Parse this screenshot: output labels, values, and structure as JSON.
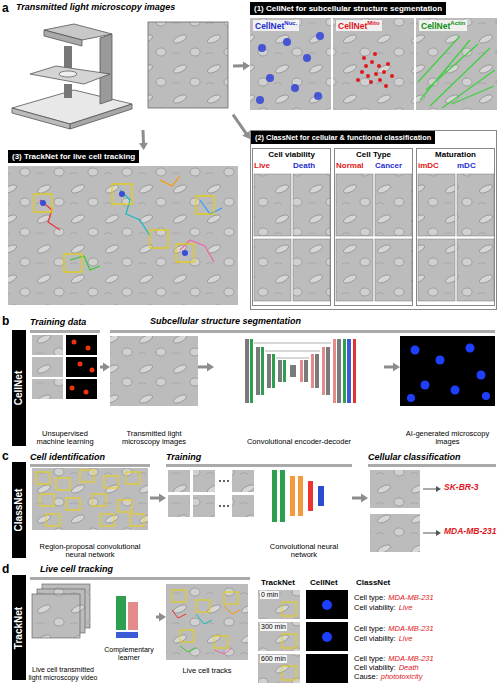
{
  "diagram": {
    "nodes": [
      {
        "text": [
          "Transmitted light microscopy images"
        ]
      },
      {
        "text": [
          "(1) CellNet for subcellular structure segmentation"
        ]
      },
      {
        "text": [
          "(3) TrackNet for live cell tracking"
        ]
      },
      {
        "text": [
          "(2) ClassNet for cellular & functional classification"
        ]
      },
      {
        "text": [
          "Cell viability"
        ],
        "in": 3
      },
      {
        "text": [
          "Cell Type"
        ],
        "in": 3
      },
      {
        "text": [
          "Maturation"
        ],
        "in": 3
      },
      {
        "text": [
          "CellNet"
        ]
      },
      {
        "text": [
          "Training data",
          "Unsupervised machine learning"
        ]
      },
      {
        "text": [
          "Transmitted light microscopy images"
        ]
      },
      {
        "text": [
          "Convolutional encoder-decoder"
        ]
      },
      {
        "text": [
          "AI-generated microscopy images"
        ]
      },
      {
        "text": [
          "ClassNet"
        ]
      },
      {
        "text": [
          "Cell identification",
          "Region-proposal convolutional neural network"
        ]
      },
      {
        "text": [
          "Training",
          "Convolutional neural network"
        ]
      },
      {
        "text": [
          "Cellular classification"
        ]
      },
      {
        "text": [
          "TrackNet"
        ]
      },
      {
        "text": [
          "Live cell transmitted light microscopy video"
        ]
      },
      {
        "text": [
          "Complementary learner"
        ]
      },
      {
        "text": [
          "Live cell tracks"
        ]
      }
    ],
    "edges": [
      {
        "from": 0,
        "to": 1,
        "arrow": "to"
      },
      {
        "from": 0,
        "to": 3,
        "arrow": "to"
      },
      {
        "from": 0,
        "to": 2,
        "arrow": "to"
      },
      {
        "from": 8,
        "to": 9,
        "arrow": "to"
      },
      {
        "from": 9,
        "to": 10,
        "arrow": "to"
      },
      {
        "from": 10,
        "to": 11,
        "arrow": "to"
      },
      {
        "from": 13,
        "to": 14,
        "arrow": "to"
      },
      {
        "from": 14,
        "to": 15,
        "arrow": "to"
      },
      {
        "from": 18,
        "to": 19,
        "arrow": "to"
      }
    ],
    "labels": [
      "a",
      "CellNet",
      "Nuc.",
      "CellNet",
      "Mito",
      "CellNet",
      "Actin",
      "Live",
      "Death",
      "Normal",
      "Cancer",
      "imDC",
      "mDC",
      "b",
      "Subcellular structure segmentation",
      "c",
      "SK-BR-3",
      "MDA-MB-231",
      "d",
      "Live cell tracking",
      "TrackNet",
      "CellNet",
      "ClassNet",
      "0 min",
      "300 min",
      "600 min",
      "Cell type:",
      "MDA-MB-231",
      "Cell viability:",
      "Live",
      "Cell type:",
      "MDA-MB-231",
      "Cell viability:",
      "Live",
      "Cell type:",
      "MDA-MB-231",
      "Cell viability:",
      "Death",
      "Cause:",
      "phototoxicity"
    ]
  }
}
